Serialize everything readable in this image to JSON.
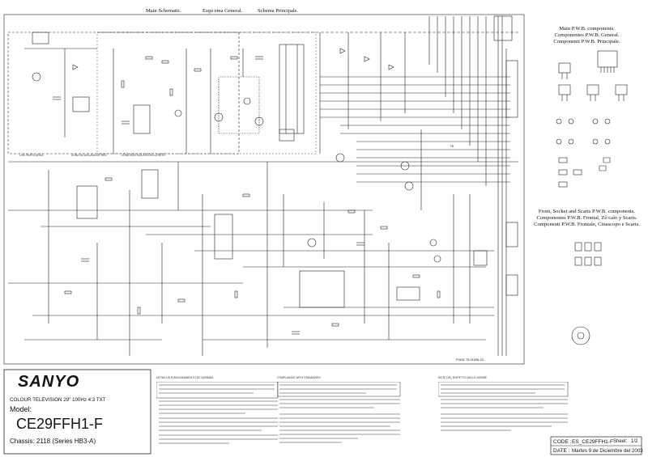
{
  "header": {
    "main_schematic": "Main Schematic.",
    "esquema_general": "Esqu ema General.",
    "schema_principale": "Schema Principale."
  },
  "right_panel": {
    "pwb_components": "Main P.W.B. components.\nComponentes P.W.B. General.\nComponenti P.W.B. Principale.",
    "front_components": "Front, Socket and Scarts P.W.B. components.\nComponentes P.W.B. Frontal, Zó calo y Scarts.\nComponenti P.W.B. Frontale, Cinascopo e Scarts.",
    "ic_code": "Ⅲ"
  },
  "schematic": {
    "zone_live": "LIVE PARTS AREA",
    "zone_red": "ZONA NO AISLADA DE RED",
    "zone_rete": "ZONA NON ISOLATA DELLA RETE",
    "pwb_code": "P.W.B. 75-01536-24",
    "fb_label": "FB"
  },
  "title_block": {
    "brand": "SANYO",
    "description": "COLOUR TELEVISION 29\" 100Hz 4:3 TXT",
    "model_label": "Model:",
    "model": "CE29FFH1-F",
    "chassis": "Chassis: 2118 (Series HB3-A)"
  },
  "notes": {
    "col1_title": "NOTAS DE FUNCIONAMIENTO DE NORMAS",
    "col2_title": "COMPLIANCE WITH STANDARDS",
    "col3_title": "NOTE DEL RISPETTO DELLE NORME"
  },
  "footer": {
    "code_label": "CODE :",
    "code": "ES_CE29FFH1-F",
    "sheet_label": "Sheet:",
    "sheet": "1/2",
    "date_label": "DATE :",
    "date": "Martes 9 de Diciembre del 2003"
  }
}
